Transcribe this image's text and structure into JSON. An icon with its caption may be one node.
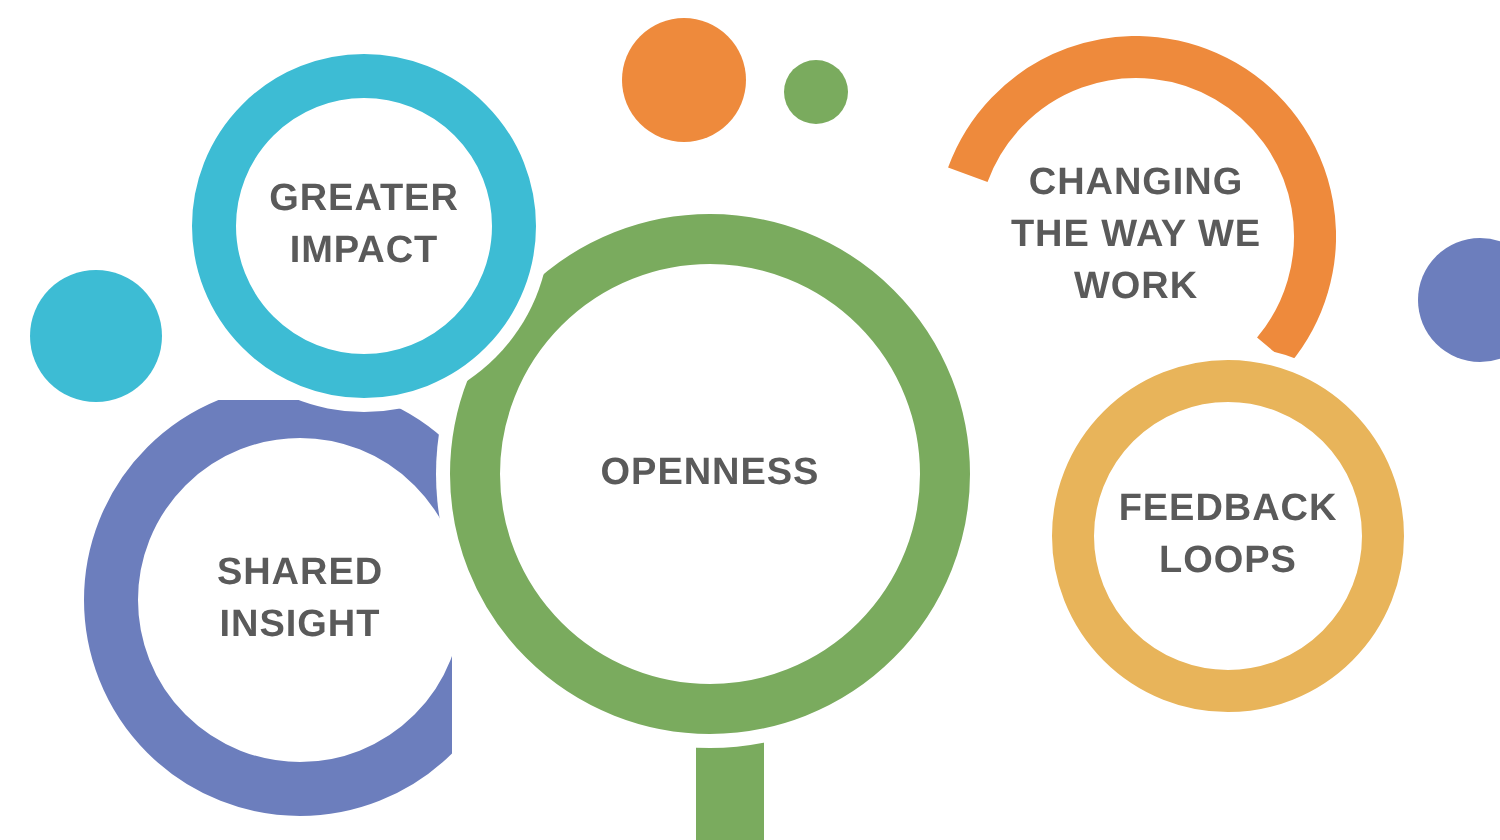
{
  "diagram": {
    "nodes": [
      {
        "text": [
          "GREATER IMPACT"
        ]
      },
      {
        "text": [
          "CHANGING THE WAY WE WORK"
        ]
      },
      {
        "text": [
          "OPENNESS"
        ]
      },
      {
        "text": [
          "SHARED INSIGHT"
        ]
      },
      {
        "text": [
          "FEEDBACK LOOPS"
        ]
      },
      {
        "text": [],
        "shape": "circle"
      },
      {
        "text": [],
        "shape": "circle"
      },
      {
        "text": [],
        "shape": "circle"
      },
      {
        "text": [],
        "shape": "circle"
      }
    ]
  }
}
